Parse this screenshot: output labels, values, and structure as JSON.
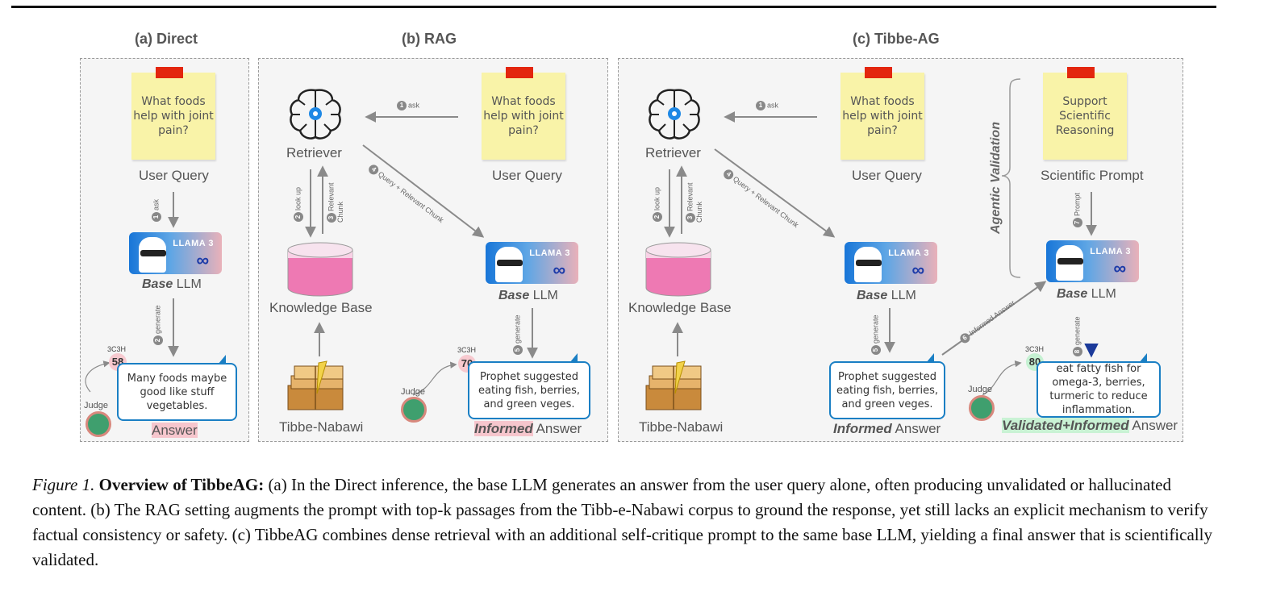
{
  "header_text": "Figure: Overview of TibbeAG — Direct, RAG and Tibbe-AG settings compared",
  "panels": {
    "direct": {
      "title": "(a) Direct",
      "query_note": "What foods help with joint pain?",
      "query_label": "User Query",
      "step1": "ask",
      "llm_base": "Base",
      "llm_rest": " LLM",
      "step2": "generate",
      "answer": "Many foods maybe good like stuff vegetables.",
      "score_label": "3C3H",
      "score": "58",
      "judge": "Judge",
      "answer_label": "Answer"
    },
    "rag": {
      "title": "(b) RAG",
      "query_note": "What foods help with joint pain?",
      "query_label": "User Query",
      "retriever": "Retriever",
      "step1": "ask",
      "step2": "look up",
      "step3": "Relevant Chunk",
      "step4": "Query + Relevant Chunk",
      "knowledge_base": "Knowledge Base",
      "source": "Tibbe-Nabawi",
      "llm_base": "Base",
      "llm_rest": " LLM",
      "step5": "generate",
      "answer": "Prophet suggested eating fish, berries, and green veges.",
      "score_label": "3C3H",
      "score": "70",
      "judge": "Judge",
      "answer_bold": "Informed",
      "answer_rest": " Answer"
    },
    "tibbeag": {
      "title": "(c) Tibbe-AG",
      "query_note": "What foods help with joint pain?",
      "query_label": "User Query",
      "retriever": "Retriever",
      "step1": "ask",
      "step2": "look up",
      "step3": "Relevant Chunk",
      "step4": "Query + Relevant Chunk",
      "knowledge_base": "Knowledge Base",
      "source": "Tibbe-Nabawi",
      "llm_base": "Base",
      "llm_rest": " LLM",
      "step5": "generate",
      "answer": "Prophet suggested eating fish, berries, and green veges.",
      "answer_bold": "Informed",
      "answer_rest": " Answer",
      "step6": "Informed Answer",
      "agentic": "Agentic Validation",
      "sci_note": "Support Scientific Reasoning",
      "sci_label": "Scientific Prompt",
      "step7": "Prompt",
      "llm2_base": "Base",
      "llm2_rest": " LLM",
      "step8": "generate",
      "final_answer": "eat fatty fish for omega-3, berries, turmeric to reduce inflammation.",
      "score_label": "3C3H",
      "score": "80",
      "judge": "Judge",
      "final_bold": "Validated+Informed",
      "final_rest": " Answer"
    }
  },
  "llama_badge": "LLAMA 3",
  "meta_symbol": "∞",
  "caption": {
    "fig": "Figure 1.",
    "title": "Overview of TibbeAG:",
    "text": " (a) In the Direct inference, the base LLM generates an answer from the user query alone, often producing unvalidated or hallucinated content. (b) The RAG setting augments the prompt with top-k passages from the Tibb-e-Nabawi corpus to ground the response, yet still lacks an explicit mechanism to verify factual consistency or safety. (c) TibbeAG combines dense retrieval with an additional self-critique prompt to the same base LLM, yielding a final answer that is scientifically validated."
  },
  "colors": {
    "note": "#f9f3a8",
    "pin": "#e3260e",
    "bubble_border": "#1a7fc4",
    "score_pink": "#f7c9cf",
    "score_green": "#c5f1d2",
    "cylinder": "#ee79b3"
  }
}
